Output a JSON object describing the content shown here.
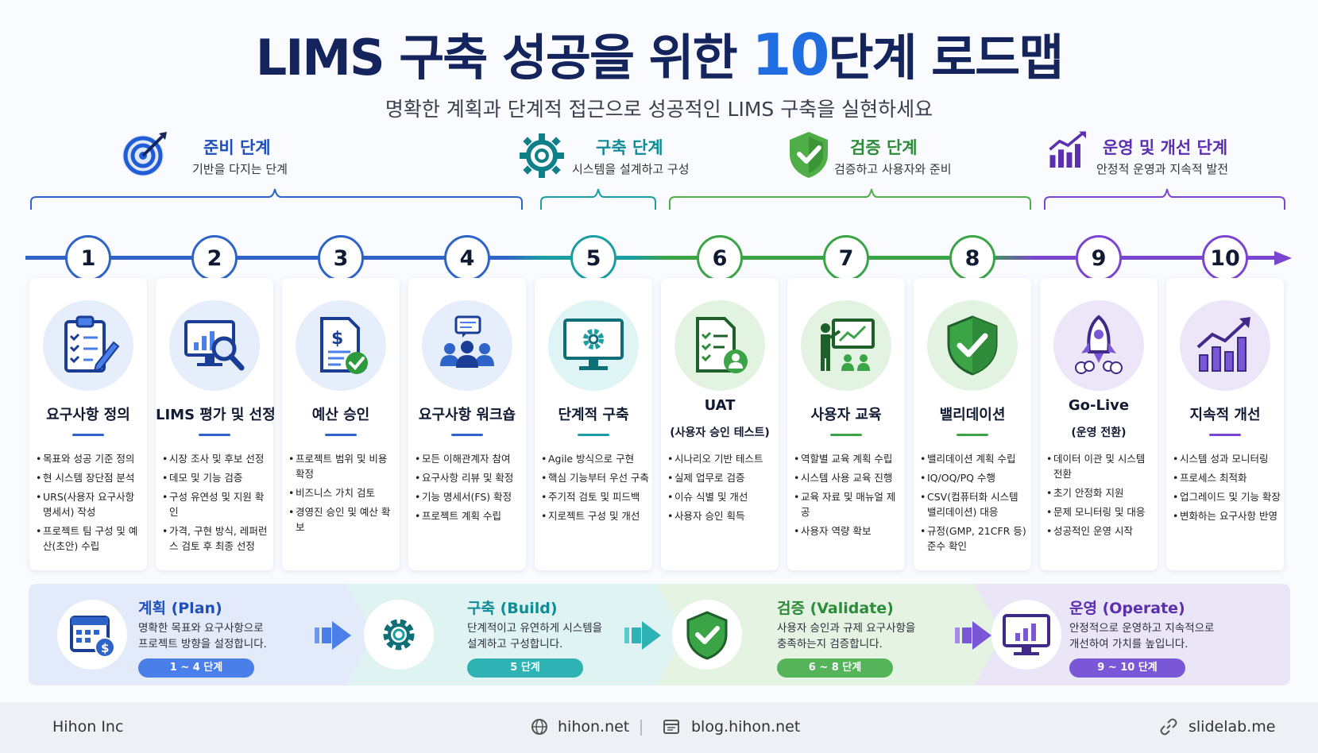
{
  "title": {
    "main_before": "LIMS 구축 성공을 위한 ",
    "main_number": "10",
    "main_after": "단계 로드맵"
  },
  "subtitle": "명확한 계획과 단계적 접근으로 성공적인 LIMS 구축을 실현하세요",
  "phases": [
    {
      "title": "준비 단계",
      "desc": "기반을 다지는 단계",
      "color": "#1f4fb8",
      "icon": "target-icon"
    },
    {
      "title": "구축 단계",
      "desc": "시스템을 설계하고 구성",
      "color": "#0f8c95",
      "icon": "gear-icon"
    },
    {
      "title": "검증 단계",
      "desc": "검증하고 사용자와 준비",
      "color": "#2e8b3a",
      "icon": "shield-check-icon"
    },
    {
      "title": "운영 및 개선 단계",
      "desc": "안정적 운영과 지속적 발전",
      "color": "#5b2fb0",
      "icon": "growth-chart-icon"
    }
  ],
  "steps": [
    {
      "num": "1",
      "title": "요구사항 정의",
      "sub": "",
      "icon": "clipboard-checklist-icon",
      "items": [
        "목표와 성공 기준 정의",
        "현 시스템 장단점 분석",
        "URS(사용자 요구사항 명세서) 작성",
        "프로젝트 팀 구성 및 예산(초안) 수립"
      ]
    },
    {
      "num": "2",
      "title": "LIMS 평가 및 선정",
      "sub": "",
      "icon": "monitor-magnifier-icon",
      "items": [
        "시장 조사 및 후보 선정",
        "데모 및 기능 검증",
        "구성 유연성 및 지원 확인",
        "가격, 구현 방식, 레퍼런스 검토 후 최종 선정"
      ]
    },
    {
      "num": "3",
      "title": "예산 승인",
      "sub": "",
      "icon": "budget-document-icon",
      "items": [
        "프로젝트 범위 및 비용 확정",
        "비즈니스 가치 검토",
        "경영진 승인 및 예산 확보"
      ]
    },
    {
      "num": "4",
      "title": "요구사항 워크숍",
      "sub": "",
      "icon": "team-discussion-icon",
      "items": [
        "모든 이해관계자 참여",
        "요구사항 리뷰 및 확정",
        "기능 명세서(FS) 확정",
        "프로젝트 계획 수립"
      ]
    },
    {
      "num": "5",
      "title": "단계적 구축",
      "sub": "",
      "icon": "monitor-gear-icon",
      "items": [
        "Agile 방식으로 구현",
        "핵심 기능부터 우선 구축",
        "주기적 검토 및 피드백",
        "지로젝트 구성 및 개선"
      ]
    },
    {
      "num": "6",
      "title": "UAT",
      "sub": "(사용자 승인 테스트)",
      "icon": "checklist-user-icon",
      "items": [
        "시나리오 기반 테스트",
        "실제 업무로 검증",
        "이슈 식별 및 개선",
        "사용자 승인 획득"
      ]
    },
    {
      "num": "7",
      "title": "사용자 교육",
      "sub": "",
      "icon": "trainer-board-icon",
      "items": [
        "역할별 교육 계획 수립",
        "시스템 사용 교육 진행",
        "교육 자료 및 매뉴얼 제공",
        "사용자 역량 확보"
      ]
    },
    {
      "num": "8",
      "title": "밸리데이션",
      "sub": "",
      "icon": "shield-check-icon",
      "items": [
        "밸리데이션 계획 수립",
        "IQ/OQ/PQ 수행",
        "CSV(컴퓨터화 시스템 밸리데이션) 대응",
        "규정(GMP, 21CFR 등) 준수 확인"
      ]
    },
    {
      "num": "9",
      "title": "Go-Live",
      "sub": "(운영 전환)",
      "icon": "rocket-icon",
      "items": [
        "데이터 이관 및 시스템 전환",
        "초기 안정화 지원",
        "문제 모니터링 및 대응",
        "성공적인 운영 시작"
      ]
    },
    {
      "num": "10",
      "title": "지속적 개선",
      "sub": "",
      "icon": "growth-chart-icon",
      "items": [
        "시스템 성과 모니터링",
        "프로세스 최적화",
        "업그레이드 및 기능 확장",
        "변화하는 요구사항 반영"
      ]
    }
  ],
  "summary": [
    {
      "title": "계획 (Plan)",
      "desc1": "명확한 목표와 요구사항으로",
      "desc2": "프로젝트 방향을 설정합니다.",
      "pill": "1 ~ 4 단계",
      "color": "#1f4fb8",
      "pill_color": "#4a7ee8",
      "icon": "calendar-budget-icon"
    },
    {
      "title": "구축 (Build)",
      "desc1": "단계적이고 유연하게 시스템을",
      "desc2": "설계하고 구성합니다.",
      "pill": "5 단계",
      "color": "#0f8c95",
      "pill_color": "#2fb2b3",
      "icon": "gear-icon"
    },
    {
      "title": "검증 (Validate)",
      "desc1": "사용자 승인과 규제 요구사항을",
      "desc2": "충족하는지 검증합니다.",
      "pill": "6 ~ 8 단계",
      "color": "#2e8b3a",
      "pill_color": "#55b45a",
      "icon": "shield-check-icon"
    },
    {
      "title": "운영 (Operate)",
      "desc1": "안정적으로 운영하고 지속적으로",
      "desc2": "개선하여 가치를 높입니다.",
      "pill": "9 ~ 10 단계",
      "color": "#5b2fb0",
      "pill_color": "#7a57d6",
      "icon": "monitor-chart-icon"
    }
  ],
  "footer": {
    "company": "Hihon Inc",
    "site": "hihon.net",
    "blog": "blog.hihon.net",
    "slides": "slidelab.me"
  }
}
